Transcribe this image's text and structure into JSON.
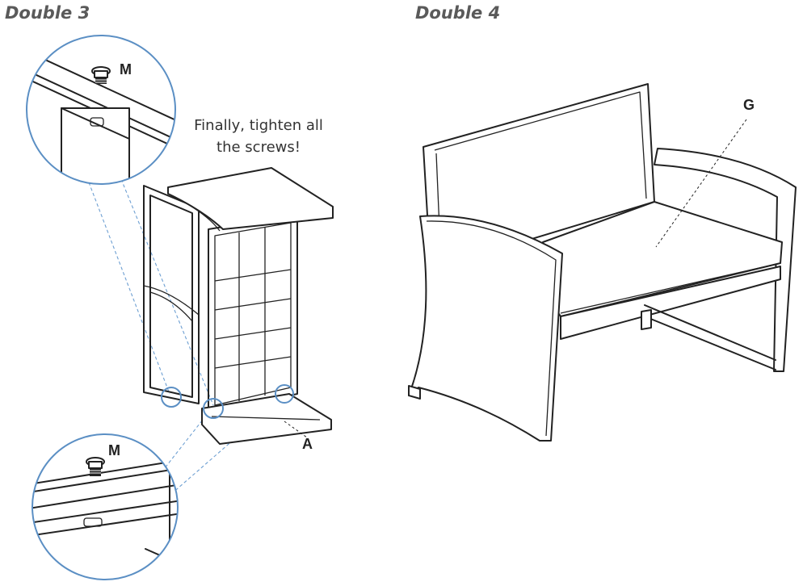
{
  "steps": [
    {
      "title": "Double 3"
    },
    {
      "title": "Double 4"
    }
  ],
  "note": "Finally, tighten all the screws!",
  "callouts": {
    "screw": "M",
    "part_a": "A",
    "part_g": "G"
  },
  "colors": {
    "detail_circle": "#5b8fc4",
    "title": "#5a5a5a",
    "line": "#222222"
  }
}
